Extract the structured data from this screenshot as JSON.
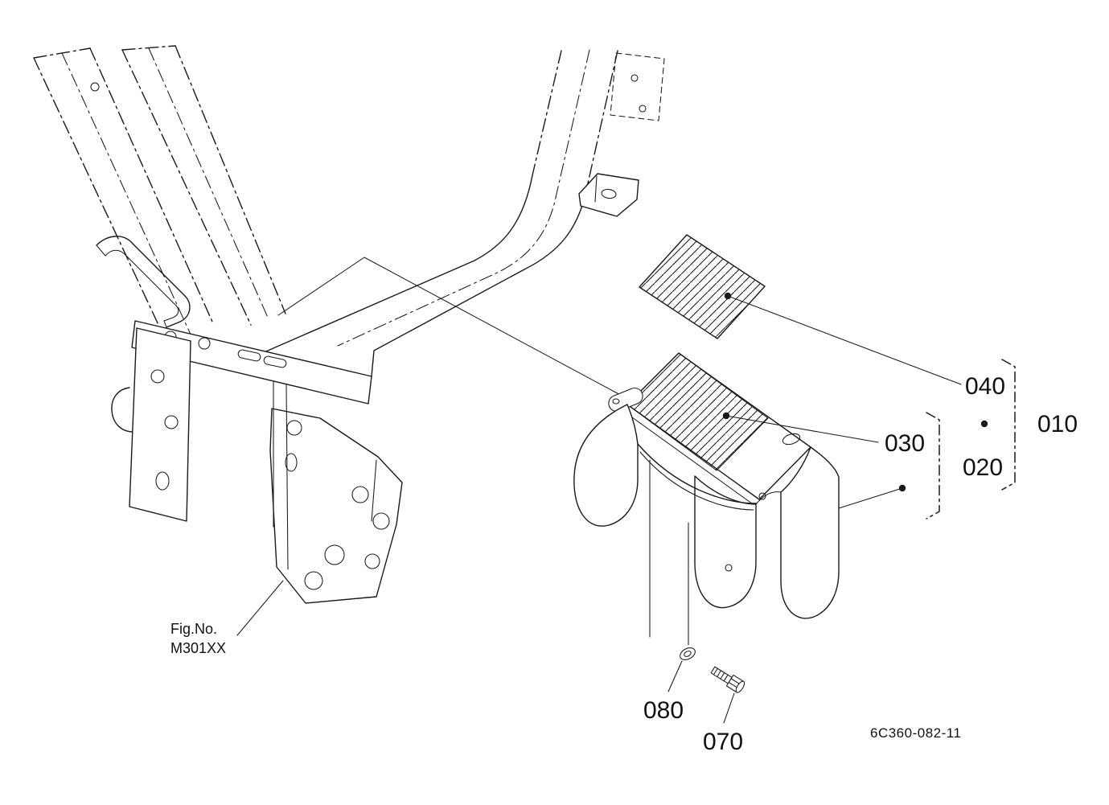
{
  "page": {
    "background": "#ffffff",
    "line_color": "#1a1a1a"
  },
  "figure_reference": {
    "line1": "Fig.No.",
    "line2": "M301XX"
  },
  "drawing_number": "6C360-082-11",
  "callouts": {
    "c010": "010",
    "c020": "020",
    "c030": "030",
    "c040": "040",
    "c070": "070",
    "c080": "080"
  }
}
